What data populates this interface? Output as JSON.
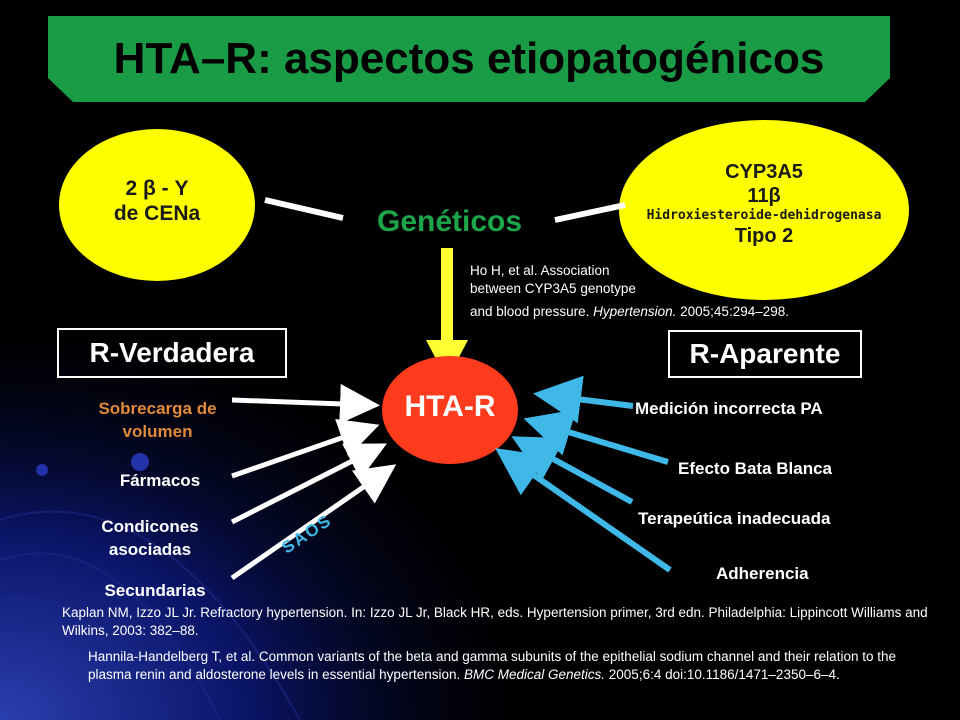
{
  "title": "HTA–R: aspectos etiopatogénicos",
  "colors": {
    "background": "#000000",
    "title_banner": "#1a9c47",
    "oval_yellow": "#ffff00",
    "center_red": "#ff3b1e",
    "genetic_green": "#1da54a",
    "arrow_yellow": "#ffff33",
    "arrow_cyan": "#3fb8e8",
    "orange_text": "#e08a3c"
  },
  "genetics": {
    "label": "Genéticos",
    "left_oval": {
      "line1": "2 β - Y",
      "line2": "de CENa"
    },
    "right_oval": {
      "line1": "CYP3A5",
      "line2": "11β",
      "line3": "Hidroxiesteroide-dehidrogenasa",
      "line4": "Tipo 2"
    },
    "citation": {
      "line1": "Ho H, et al. Association",
      "line2": "between CYP3A5 genotype",
      "line3_prefix": "and blood pressure. ",
      "line3_journal": "Hypertension.",
      "line3_suffix": " 2005;45:294–298."
    }
  },
  "center": {
    "label": "HTA-R"
  },
  "left_group": {
    "header": "R-Verdadera",
    "items": [
      {
        "line1": "Sobrecarga de",
        "line2": "volumen"
      },
      {
        "line1": "Fármacos",
        "line2": ""
      },
      {
        "line1": "Condicones",
        "line2": "asociadas"
      },
      {
        "line1": "Secundarias",
        "line2": ""
      }
    ],
    "arrow_label": "SAOS"
  },
  "right_group": {
    "header": "R-Aparente",
    "items": [
      "Medición incorrecta PA",
      "Efecto Bata Blanca",
      "Terapeútica inadecuada",
      "Adherencia"
    ]
  },
  "references": {
    "kaplan": "Kaplan NM, Izzo JL Jr. Refractory hypertension. In: Izzo JL Jr, Black HR, eds. Hypertension primer, 3rd edn. Philadelphia: Lippincott Williams and Wilkins, 2003: 382–88.",
    "hannila_prefix": "Hannila-Handelberg T, et al. Common variants of the beta and gamma subunits of the epithelial sodium channel and their relation to the plasma renin and aldosterone levels in essential hypertension. ",
    "hannila_journal": "BMC Medical Genetics.",
    "hannila_suffix": " 2005;6:4 doi:10.1186/1471–2350–6–4."
  }
}
